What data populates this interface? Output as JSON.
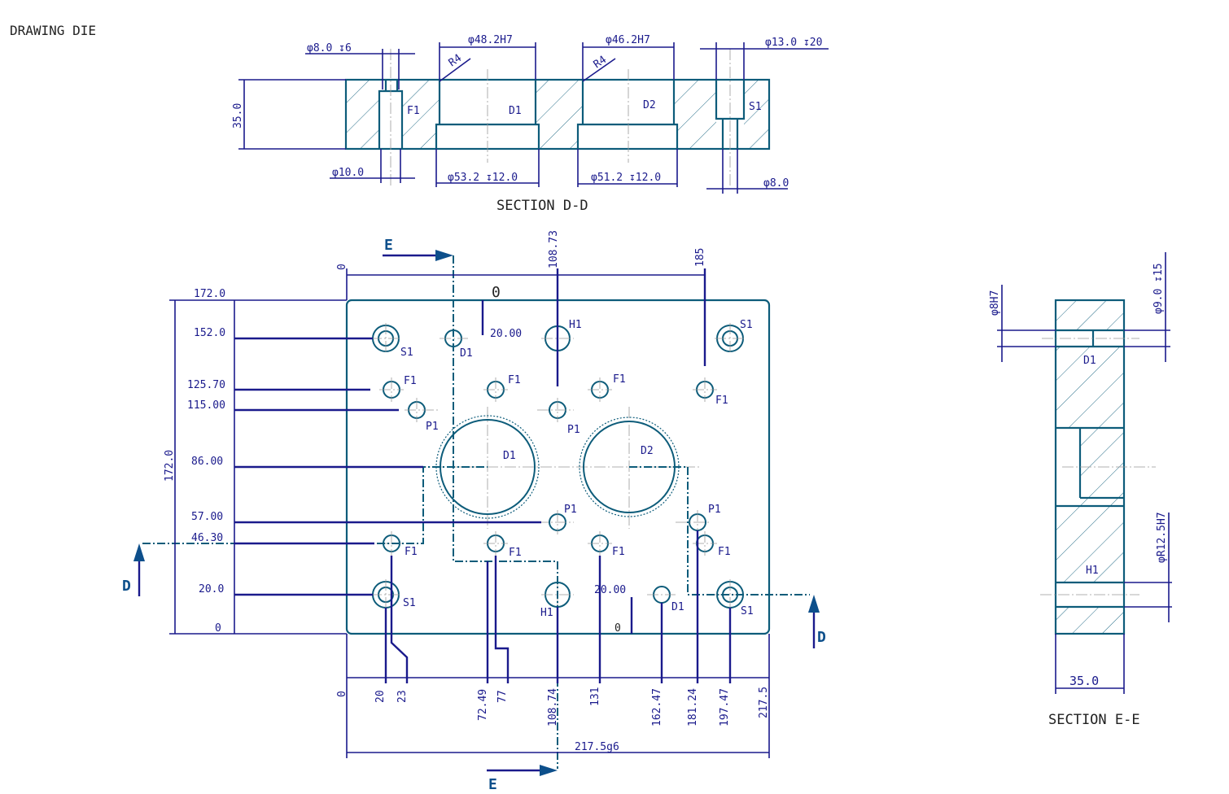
{
  "title": "DRAWING DIE",
  "section_dd": {
    "title": "SECTION D-D",
    "dims": {
      "d8_depth": "φ8.0 ↧6",
      "d48": "φ48.2H7",
      "d46": "φ46.2H7",
      "d13_depth": "φ13.0 ↧20",
      "r4a": "R4",
      "r4b": "R4",
      "height": "35.0",
      "d10": "φ10.0",
      "d53": "φ53.2 ↧12.0",
      "d51": "φ51.2 ↧12.0",
      "d8": "φ8.0"
    },
    "labels": {
      "f1": "F1",
      "d1": "D1",
      "d2": "D2",
      "s1": "S1"
    }
  },
  "plan": {
    "section_marks": {
      "e": "E",
      "d": "D"
    },
    "top_dims": {
      "zero": "0",
      "x108": "108.73",
      "x185": "185",
      "big_zero": "0"
    },
    "left_dims": [
      "172.0",
      "152.0",
      "125.70",
      "115.00",
      "86.00",
      "57.00",
      "46.30",
      "20.0",
      "0"
    ],
    "height_total": "172.0",
    "bottom_dims": [
      "0",
      "20",
      "23",
      "72.49",
      "77",
      "108.74",
      "131",
      "162.47",
      "181.24",
      "197.47",
      "217.5"
    ],
    "width_total": "217.5g6",
    "ordinate_20a": "20.00",
    "ordinate_20b": "20.00",
    "ordinate_zero": "0",
    "labels": {
      "s1": "S1",
      "d1": "D1",
      "h1": "H1",
      "f1": "F1",
      "p1": "P1",
      "d2": "D2"
    }
  },
  "section_ee": {
    "title": "SECTION E-E",
    "dims": {
      "d8h7": "φ8H7",
      "d9": "φ9.0 ↧15",
      "d125": "φR12.5H7",
      "width": "35.0"
    },
    "labels": {
      "d1": "D1",
      "h1": "H1"
    }
  },
  "colors": {
    "outline": "#0d5c7a",
    "dimension": "#1a1a8c",
    "section_arrow": "#0d4f8b"
  }
}
